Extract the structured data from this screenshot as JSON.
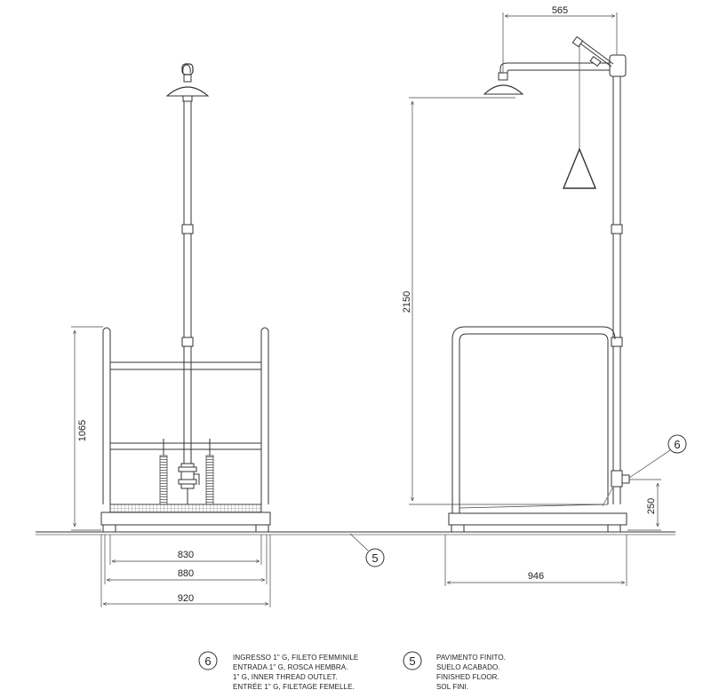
{
  "dimensions": {
    "front_width_830": "830",
    "front_width_880": "880",
    "front_width_920": "920",
    "front_height_1065": "1065",
    "side_depth_946": "946",
    "side_height_2150": "2150",
    "side_arm_565": "565",
    "side_inlet_250": "250"
  },
  "callouts": {
    "inlet": "6",
    "floor": "5"
  },
  "legend": {
    "inlet": {
      "number": "6",
      "lines": [
        "INGRESSO 1\" G, FILETO FEMMINILE",
        "ENTRADA 1\" G, ROSCA HEMBRA.",
        "1\" G, INNER THREAD OUTLET.",
        "ENTRÉE 1\" G, FILETAGE FEMELLE."
      ]
    },
    "floor": {
      "number": "5",
      "lines": [
        "PAVIMENTO FINITO.",
        "SUELO ACABADO.",
        "FINISHED FLOOR.",
        "SOL FINI."
      ]
    }
  }
}
